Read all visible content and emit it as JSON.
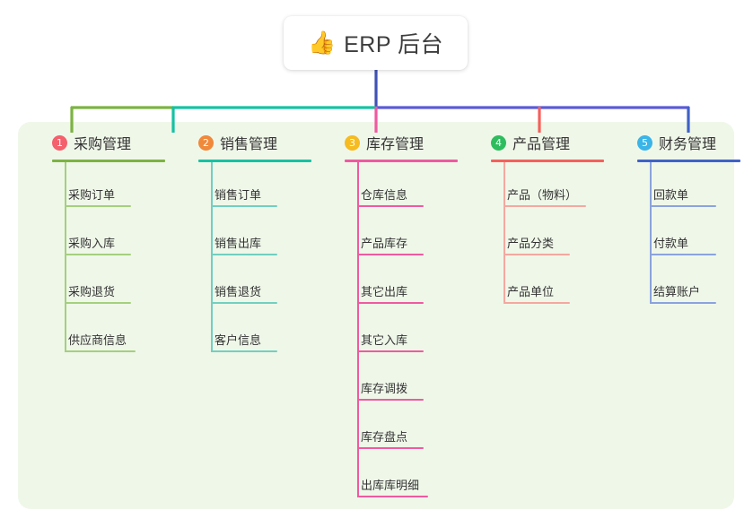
{
  "root": {
    "icon": "thumbs-up-icon",
    "emoji": "👍",
    "title": "ERP 后台"
  },
  "palette": {
    "panel_bg": "#eff7e9",
    "page_bg": "#ffffff",
    "stem": "#3f51b5",
    "bar_left": "#7cb342",
    "bar_mid": "#16c2a3",
    "bar_right": "#5b5bd6",
    "text": "#333333"
  },
  "columns": [
    {
      "index": "1",
      "title": "采购管理",
      "badge_color": "#f4606c",
      "line_color": "#7cb342",
      "leaf_line_color": "#a5cf7e",
      "items": [
        "采购订单",
        "采购入库",
        "采购退货",
        "供应商信息"
      ]
    },
    {
      "index": "2",
      "title": "销售管理",
      "badge_color": "#f0893a",
      "line_color": "#16c2a3",
      "leaf_line_color": "#72cfc0",
      "items": [
        "销售订单",
        "销售出库",
        "销售退货",
        "客户信息"
      ]
    },
    {
      "index": "3",
      "title": "库存管理",
      "badge_color": "#f5bb20",
      "line_color": "#ef5aa0",
      "leaf_line_color": "#ef5aa0",
      "items": [
        "仓库信息",
        "产品库存",
        "其它出库",
        "其它入库",
        "库存调拨",
        "库存盘点",
        "出库库明细"
      ]
    },
    {
      "index": "4",
      "title": "产品管理",
      "badge_color": "#2ebd5e",
      "line_color": "#f4615c",
      "leaf_line_color": "#f4a8a0",
      "items": [
        "产品（物料）",
        "产品分类",
        "产品单位"
      ]
    },
    {
      "index": "5",
      "title": "财务管理",
      "badge_color": "#3bb4e8",
      "line_color": "#3f62c8",
      "leaf_line_color": "#8ba3dd",
      "items": [
        "回款单",
        "付款单",
        "结算账户"
      ]
    }
  ]
}
